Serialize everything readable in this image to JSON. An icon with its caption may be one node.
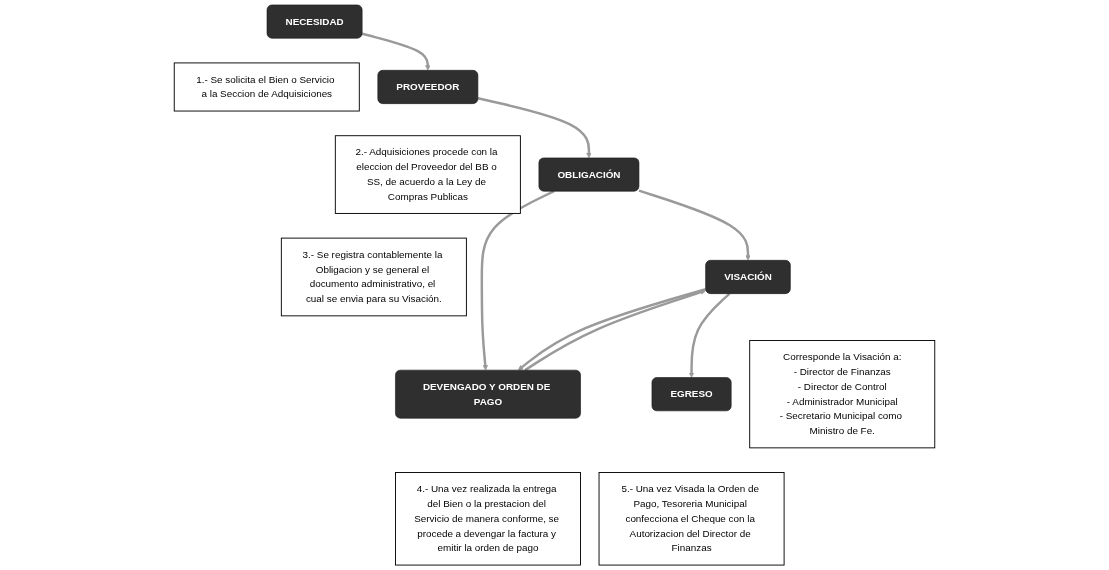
{
  "diagram": {
    "nodes": [
      {
        "text": [
          "NECESIDAD"
        ]
      },
      {
        "text": [
          "1.- Se solicita el Bien o Servicio a la Seccion de Adquisiciones"
        ]
      },
      {
        "text": [
          "PROVEEDOR"
        ]
      },
      {
        "text": [
          "2.- Adquisiciones procede con la eleccion del Proveedor del BB o SS, de acuerdo a la Ley de Compras Publicas"
        ]
      },
      {
        "text": [
          "OBLIGACIÓN"
        ]
      },
      {
        "text": [
          "3.- Se registra contablemente la Obligacion y se general el documento administrativo, el cual se envia para su Visación."
        ]
      },
      {
        "text": [
          "VISACIÓN"
        ]
      },
      {
        "text": [
          "DEVENGADO Y ORDEN DE PAGO"
        ]
      },
      {
        "text": [
          "4.- Una vez realizada la entrega del Bien o la prestacion del Servicio de manera conforme, se procede a devengar la factura y emitir la orden de pago"
        ]
      },
      {
        "text": [
          "EGRESO"
        ]
      },
      {
        "text": [
          "Corresponde la Visación a:",
          "- Director de Finanzas",
          "- Director de Control",
          "- Administrador Municipal",
          "- Secretario Municipal como Ministro de Fe."
        ]
      },
      {
        "text": [
          "5.- Una vez Visada la Orden de Pago, Tesoreria Municipal confecciona el Cheque con la Autorizacion del Director de Finanzas"
        ]
      }
    ],
    "edges": [
      {
        "from": 0,
        "to": 2,
        "arrow": "to"
      },
      {
        "from": 2,
        "to": 4,
        "arrow": "to"
      },
      {
        "from": 4,
        "to": 6,
        "arrow": "to"
      },
      {
        "from": 4,
        "to": 7,
        "arrow": "to"
      },
      {
        "from": 6,
        "to": 7,
        "arrow": "to"
      },
      {
        "from": 7,
        "to": 6,
        "arrow": "to"
      },
      {
        "from": 6,
        "to": 9,
        "arrow": "to"
      }
    ]
  }
}
